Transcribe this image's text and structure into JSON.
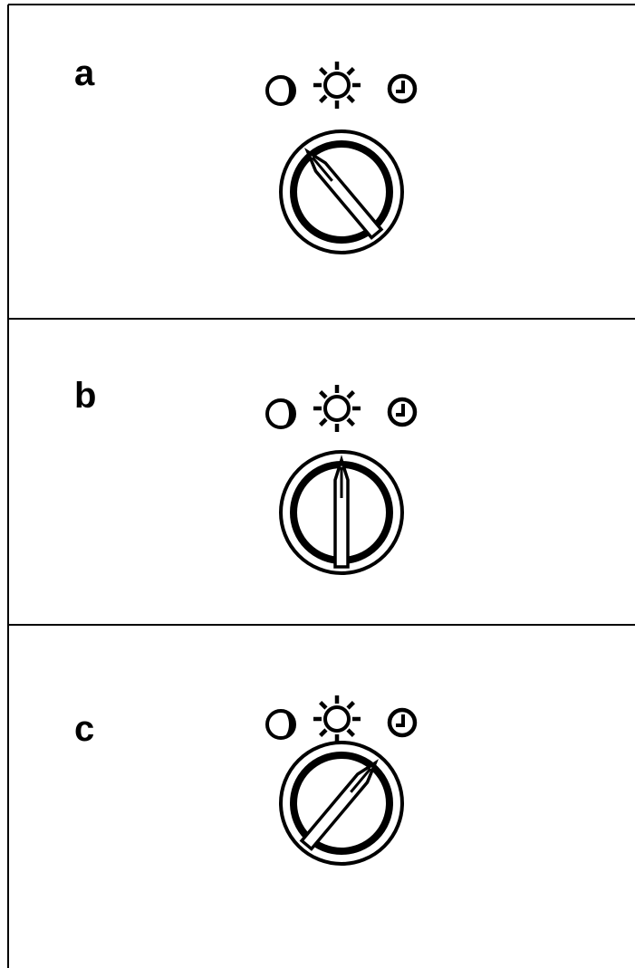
{
  "panels": [
    {
      "label": "a",
      "dial_position": "night",
      "knob_angle_deg": -40
    },
    {
      "label": "b",
      "dial_position": "day",
      "knob_angle_deg": 0
    },
    {
      "label": "c",
      "dial_position": "timer",
      "knob_angle_deg": 40
    }
  ],
  "mode_icons": [
    "half-moon-icon",
    "sun-icon",
    "clock-icon"
  ],
  "colors": {
    "line": "#000000",
    "background": "#ffffff"
  }
}
